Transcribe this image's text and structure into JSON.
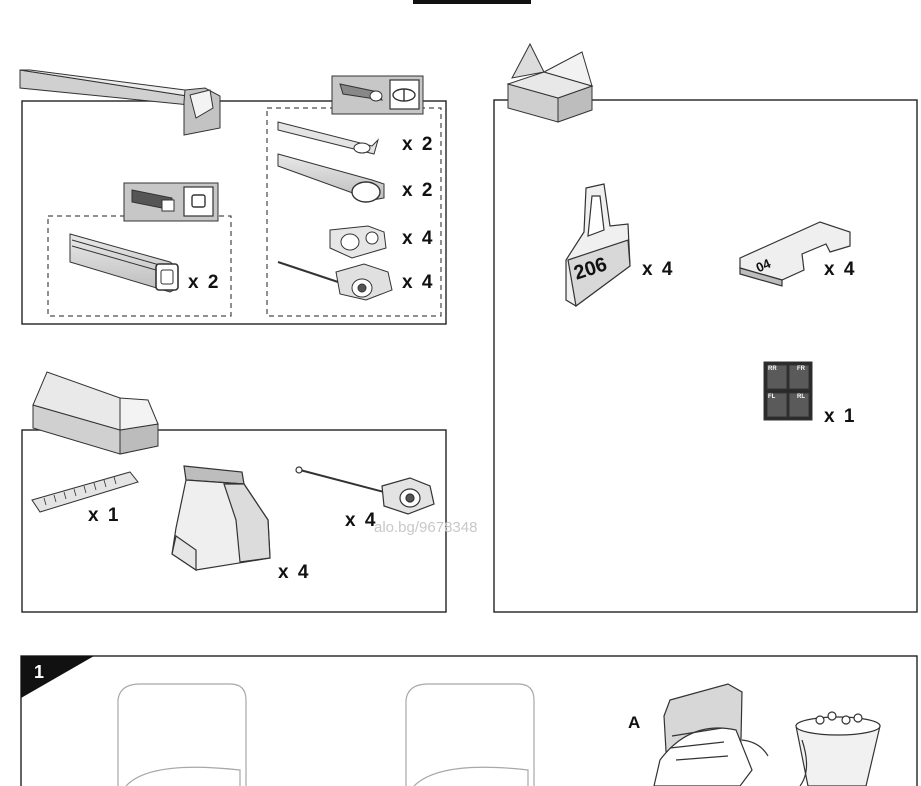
{
  "panels": {
    "rails": {
      "quantities": [
        "x 2",
        "x 2",
        "x 4",
        "x 4",
        "x 2"
      ]
    },
    "accessories": {
      "quantities": [
        "x 4",
        "x 4",
        "x 1"
      ],
      "fitkit_label": "206",
      "pad_label": "04",
      "sticker_labels": [
        "RR",
        "FR",
        "FL",
        "RL"
      ]
    },
    "feet": {
      "quantities": [
        "x 1",
        "x 4",
        "x 4"
      ]
    }
  },
  "watermark": "alo.bg/9678348",
  "step": {
    "number": "1",
    "label": "A"
  }
}
